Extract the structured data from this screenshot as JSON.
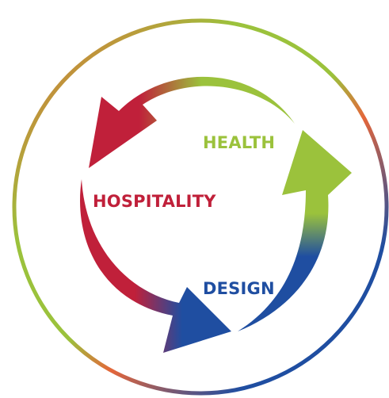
{
  "diagram": {
    "labels": {
      "health": "HEALTH",
      "hospitality": "HOSPITALITY",
      "design": "DESIGN"
    },
    "colors": {
      "health": "#9bc23c",
      "hospitality": "#c0203a",
      "design": "#1f4ea1",
      "accent_orange": "#e4663a"
    }
  }
}
